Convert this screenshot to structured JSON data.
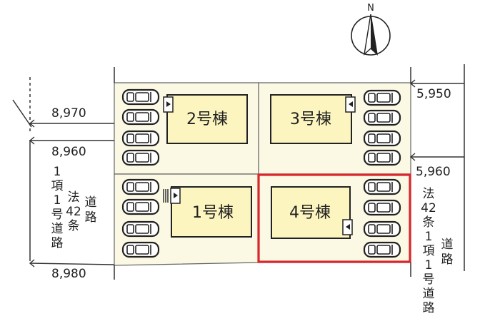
{
  "compass": {
    "label": "N",
    "icon": "north-arrow-icon"
  },
  "dimensions": {
    "left_top": "8,970",
    "left_mid": "8,960",
    "left_bottom": "8,980",
    "right_top": "5,950",
    "right_mid": "5,960"
  },
  "lots": [
    {
      "id": "lot-2",
      "label": "2号棟"
    },
    {
      "id": "lot-3",
      "label": "3号棟"
    },
    {
      "id": "lot-1",
      "label": "1号棟"
    },
    {
      "id": "lot-4",
      "label": "4号棟",
      "highlighted": true
    }
  ],
  "roads": {
    "left": {
      "col_a": [
        "1",
        "項",
        "1",
        "号",
        "道",
        "路"
      ],
      "col_b": [
        "法",
        "42",
        "条"
      ],
      "col_c": [
        "道",
        "路"
      ]
    },
    "right": {
      "col_a": [
        "法",
        "42",
        "条",
        "1",
        "項",
        "1",
        "号",
        "道",
        "路"
      ],
      "col_b": [
        "道",
        "路"
      ]
    }
  },
  "colors": {
    "lot_fill": "#fbf8e4",
    "building_fill": "#fdf5c0",
    "highlight": "#d9262c",
    "line": "#333333"
  }
}
